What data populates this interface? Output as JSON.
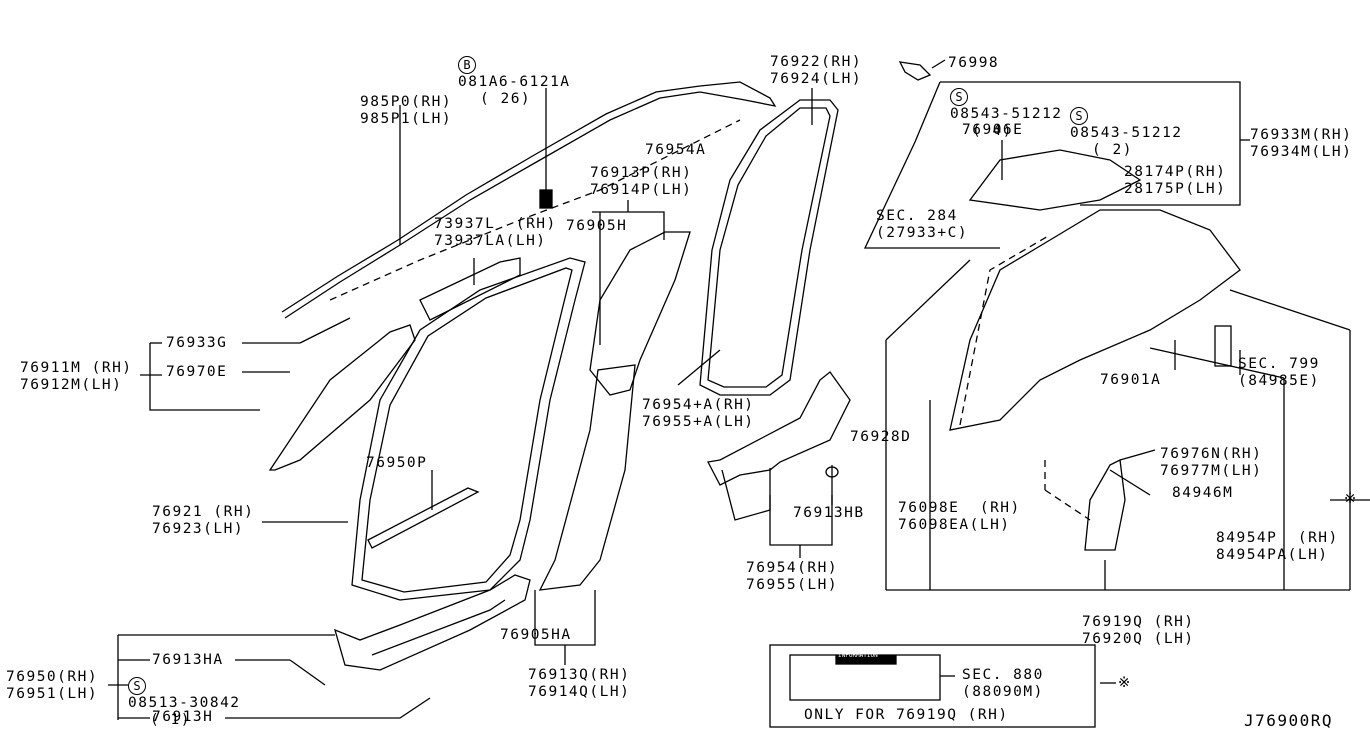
{
  "diagram_code": "J76900RQ",
  "fasteners": {
    "bolt_081A6": {
      "symbol": "B",
      "part": "081A6-6121A",
      "qty": "( 26)"
    },
    "screw_08543_a": {
      "symbol": "S",
      "part": "08543-51212",
      "qty": "( 4)"
    },
    "screw_08543_b": {
      "symbol": "S",
      "part": "08543-51212",
      "qty": "( 2)"
    },
    "screw_08513": {
      "symbol": "S",
      "part": "08513-30842",
      "qty": "( 1)"
    }
  },
  "labels": {
    "p985P": [
      "985P0(RH)",
      "985P1(LH)"
    ],
    "p76922": [
      "76922(RH)",
      "76924(LH)"
    ],
    "p76998": "76998",
    "p76954A": "76954A",
    "p76913P": [
      "76913P(RH)",
      "76914P(LH)"
    ],
    "p76905H": "76905H",
    "p73937L": [
      "73937L  (RH)",
      "73937LA(LH)"
    ],
    "p76906E": "76906E",
    "p76933M": [
      "76933M(RH)",
      "76934M(LH)"
    ],
    "p28174P": [
      "28174P(RH)",
      "28175P(LH)"
    ],
    "sec284": [
      "SEC. 284",
      "(27933+C)"
    ],
    "p76933G": "76933G",
    "p76970E": "76970E",
    "p76911M": [
      "76911M (RH)",
      "76912M(LH)"
    ],
    "p76954plusA": [
      "76954+A(RH)",
      "76955+A(LH)"
    ],
    "p76928D": "76928D",
    "sec799": [
      "SEC. 799",
      "(84985E)"
    ],
    "p76901A": "76901A",
    "p76976N": [
      "76976N(RH)",
      "76977M(LH)"
    ],
    "p84946M": "84946M",
    "p76950P": "76950P",
    "p76921": [
      "76921 (RH)",
      "76923(LH)"
    ],
    "p76913HB": "76913HB",
    "p76098E": [
      "76098E  (RH)",
      "76098EA(LH)"
    ],
    "p84954P": [
      "84954P  (RH)",
      "84954PA(LH)"
    ],
    "p76954": [
      "76954(RH)",
      "76955(LH)"
    ],
    "p76919Q": [
      "76919Q (RH)",
      "76920Q (LH)"
    ],
    "p76905HA": "76905HA",
    "p76913Q": [
      "76913Q(RH)",
      "76914Q(LH)"
    ],
    "p76913HA": "76913HA",
    "p76950": [
      "76950(RH)",
      "76951(LH)"
    ],
    "p76913H": "76913H",
    "note_mark": "※"
  },
  "info_box": {
    "label_header": "INFORMATION",
    "sec880": [
      "SEC. 880",
      "(88090M)"
    ],
    "only_for": "ONLY FOR 76919Q (RH)",
    "mark": "※"
  }
}
